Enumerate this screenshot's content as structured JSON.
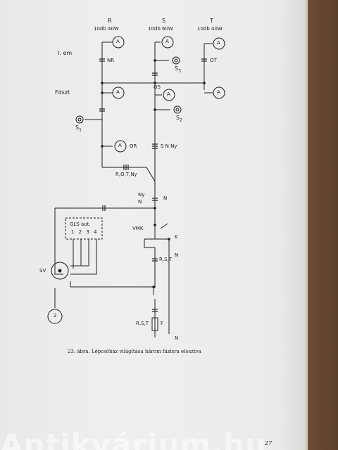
{
  "phases": {
    "r": {
      "name": "R",
      "spec": "10db 40W"
    },
    "s": {
      "name": "S",
      "spec": "10db 60W"
    },
    "t": {
      "name": "T",
      "spec": "10db 40W"
    }
  },
  "floors": {
    "first": "I. em",
    "ground": "Fdszt"
  },
  "lamp_symbol": "A",
  "labels": {
    "nr": "NR",
    "ot": "OT",
    "os": "OS",
    "s3": "S",
    "s3_sub": "3",
    "s2": "S",
    "s2_sub": "2",
    "s1": "S",
    "s1_sub": "1",
    "or": "OR",
    "snny": "S N Ny",
    "rotny": "R,O,T,Ny",
    "ny": "Ny",
    "n1": "N",
    "n2": "N",
    "gls": "GLS aut.",
    "gls_terms": "1 2 3 4",
    "vmk": "VMK",
    "k": "K",
    "rst1": "R,S,T",
    "n3": "N",
    "sv": "SV",
    "rst2": "R,S,T",
    "f": "F",
    "n4": "N",
    "two": "2"
  },
  "caption": "23. ábra. Lépcsőház világítása három fázisra elosztva",
  "page_number": "27",
  "watermark": "Antikvárium.hu"
}
